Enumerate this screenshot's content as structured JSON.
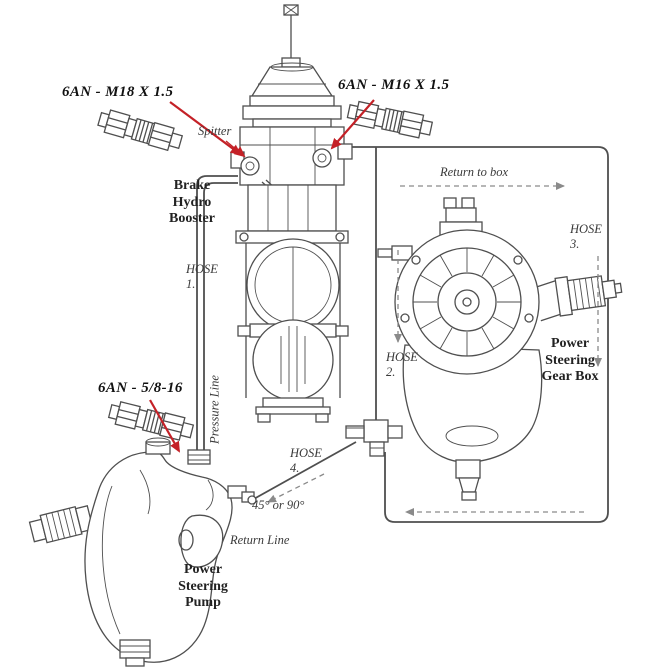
{
  "callouts": {
    "m18": "6AN - M18 X 1.5",
    "m16": "6AN - M16 X 1.5",
    "five_eighths": "6AN - 5/8-16"
  },
  "labels": {
    "spitter": "Spitter",
    "brake_hydro_booster": "Brake\nHydro\nBooster",
    "hose1": "HOSE\n1.",
    "hose2": "HOSE\n2.",
    "hose3": "HOSE\n3.",
    "hose4": "HOSE\n4.",
    "return_to_box": "Return to box",
    "pressure_line": "Pressure Line",
    "return_line": "Return Line",
    "angle_fitting": "45° or 90°",
    "power_steering_gear_box": "Power\nSteering\nGear Box",
    "power_steering_pump": "Power\nSteering\nPump"
  },
  "icons": {
    "red_callout_arrow": "red-arrow",
    "flow_arrow": "dashed-flow-arrow",
    "an_fitting": "an-hose-fitting"
  },
  "colors": {
    "arrow_red": "#c42127",
    "line_art": "#4f4f4f",
    "dashed": "#8a8a8a",
    "background": "#ffffff"
  }
}
